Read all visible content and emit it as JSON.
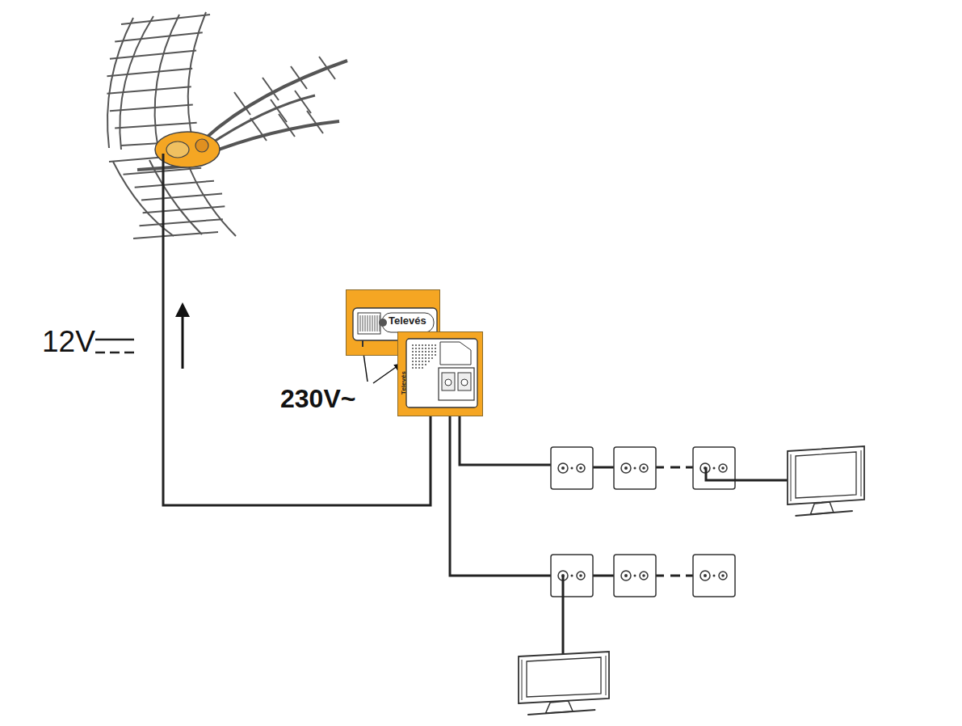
{
  "diagram": {
    "nodes": [
      {
        "text": [
          "Televés"
        ]
      },
      {
        "text": [
          "Televés"
        ]
      }
    ],
    "labels": [
      "12V",
      "230V~"
    ]
  }
}
